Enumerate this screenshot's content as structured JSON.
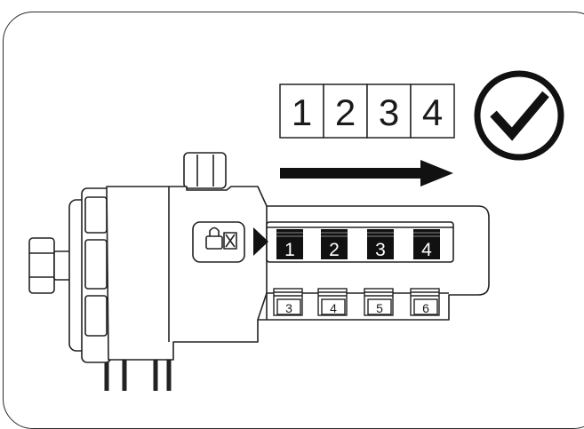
{
  "code": {
    "digits": [
      "1",
      "2",
      "3",
      "4"
    ]
  },
  "status": {
    "icon": "checkmark-circle-icon"
  },
  "direction": {
    "icon": "arrow-right-icon"
  },
  "lock": {
    "active_wheels": [
      "1",
      "2",
      "3",
      "4"
    ],
    "lower_wheels": [
      "3",
      "4",
      "5",
      "6"
    ],
    "pointer_icon": "triangle-pointer-icon",
    "symbol_icon": "padlock-symbol-icon"
  }
}
